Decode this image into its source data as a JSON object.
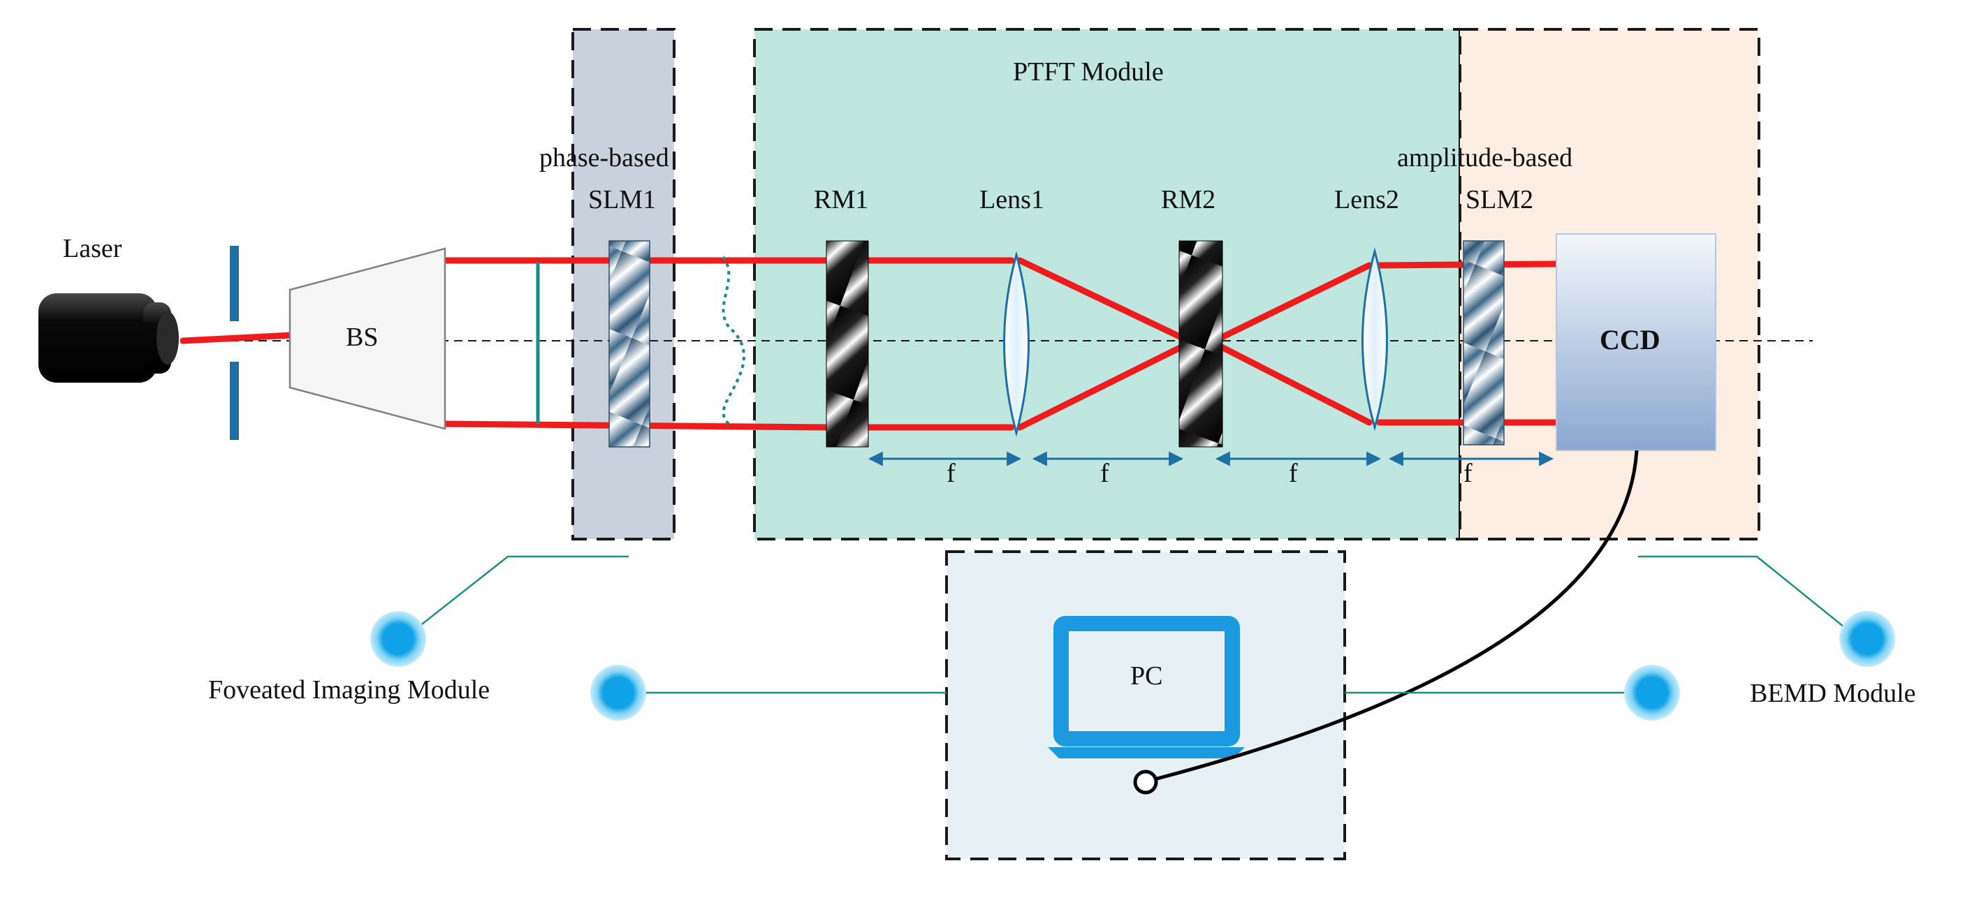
{
  "labels": {
    "laser": "Laser",
    "bs": "BS",
    "phase_based": "phase-based",
    "slm1": "SLM1",
    "ptft_module": "PTFT Module",
    "rm1": "RM1",
    "lens1": "Lens1",
    "rm2": "RM2",
    "lens2": "Lens2",
    "amplitude_based": "amplitude-based",
    "slm2": "SLM2",
    "ccd": "CCD",
    "pc": "PC",
    "foveated_imaging_module": "Foveated Imaging Module",
    "bemd_module": "BEMD Module",
    "focal_length": "f"
  },
  "colors": {
    "beam": "#ee1c1c",
    "slm1_panel": "#c9d1dc",
    "ptft_panel": "#bfe6df",
    "bemd_panel": "#fdeee3",
    "pc_panel": "#e6f0f5",
    "dimension_arrow": "#1f6fa3",
    "callout_line": "#1a8f7f",
    "callout_dot": "#18a8e8",
    "laptop": "#1b9ae0",
    "cable": "#000000"
  }
}
